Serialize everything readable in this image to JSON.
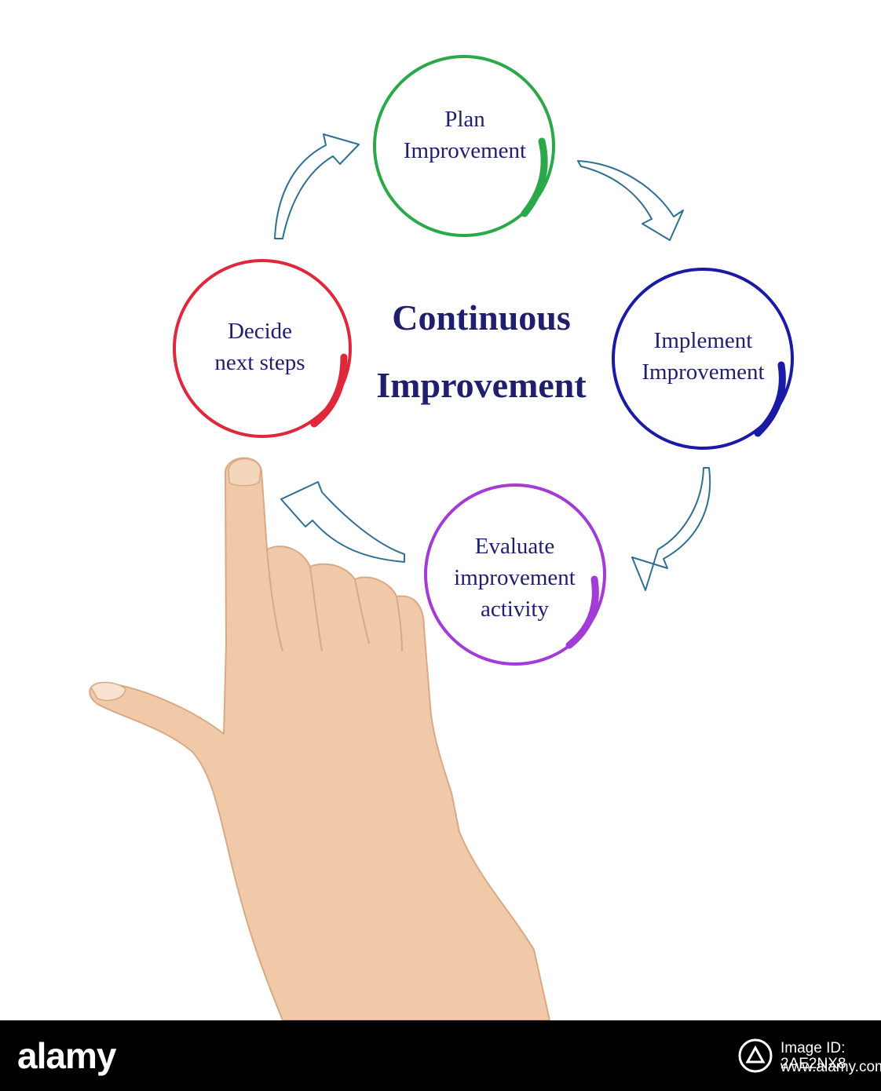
{
  "diagram": {
    "title_line1": "Continuous",
    "title_line2": "Improvement",
    "steps": [
      {
        "line1": "Plan",
        "line2": "Improvement",
        "color": "#2ba84a"
      },
      {
        "line1": "Implement",
        "line2": "Improvement",
        "color": "#1a1aa6"
      },
      {
        "line1": "Evaluate",
        "line2": "improvement",
        "line3": "activity",
        "color": "#a33bd6"
      },
      {
        "line1": "Decide",
        "line2": "next steps",
        "color": "#e0283c"
      }
    ],
    "arrow_color": "#2f6f8f"
  },
  "footer": {
    "logo": "alamy",
    "image_id": "Image ID: 2AE2NX8",
    "site": "www.alamy.com"
  }
}
